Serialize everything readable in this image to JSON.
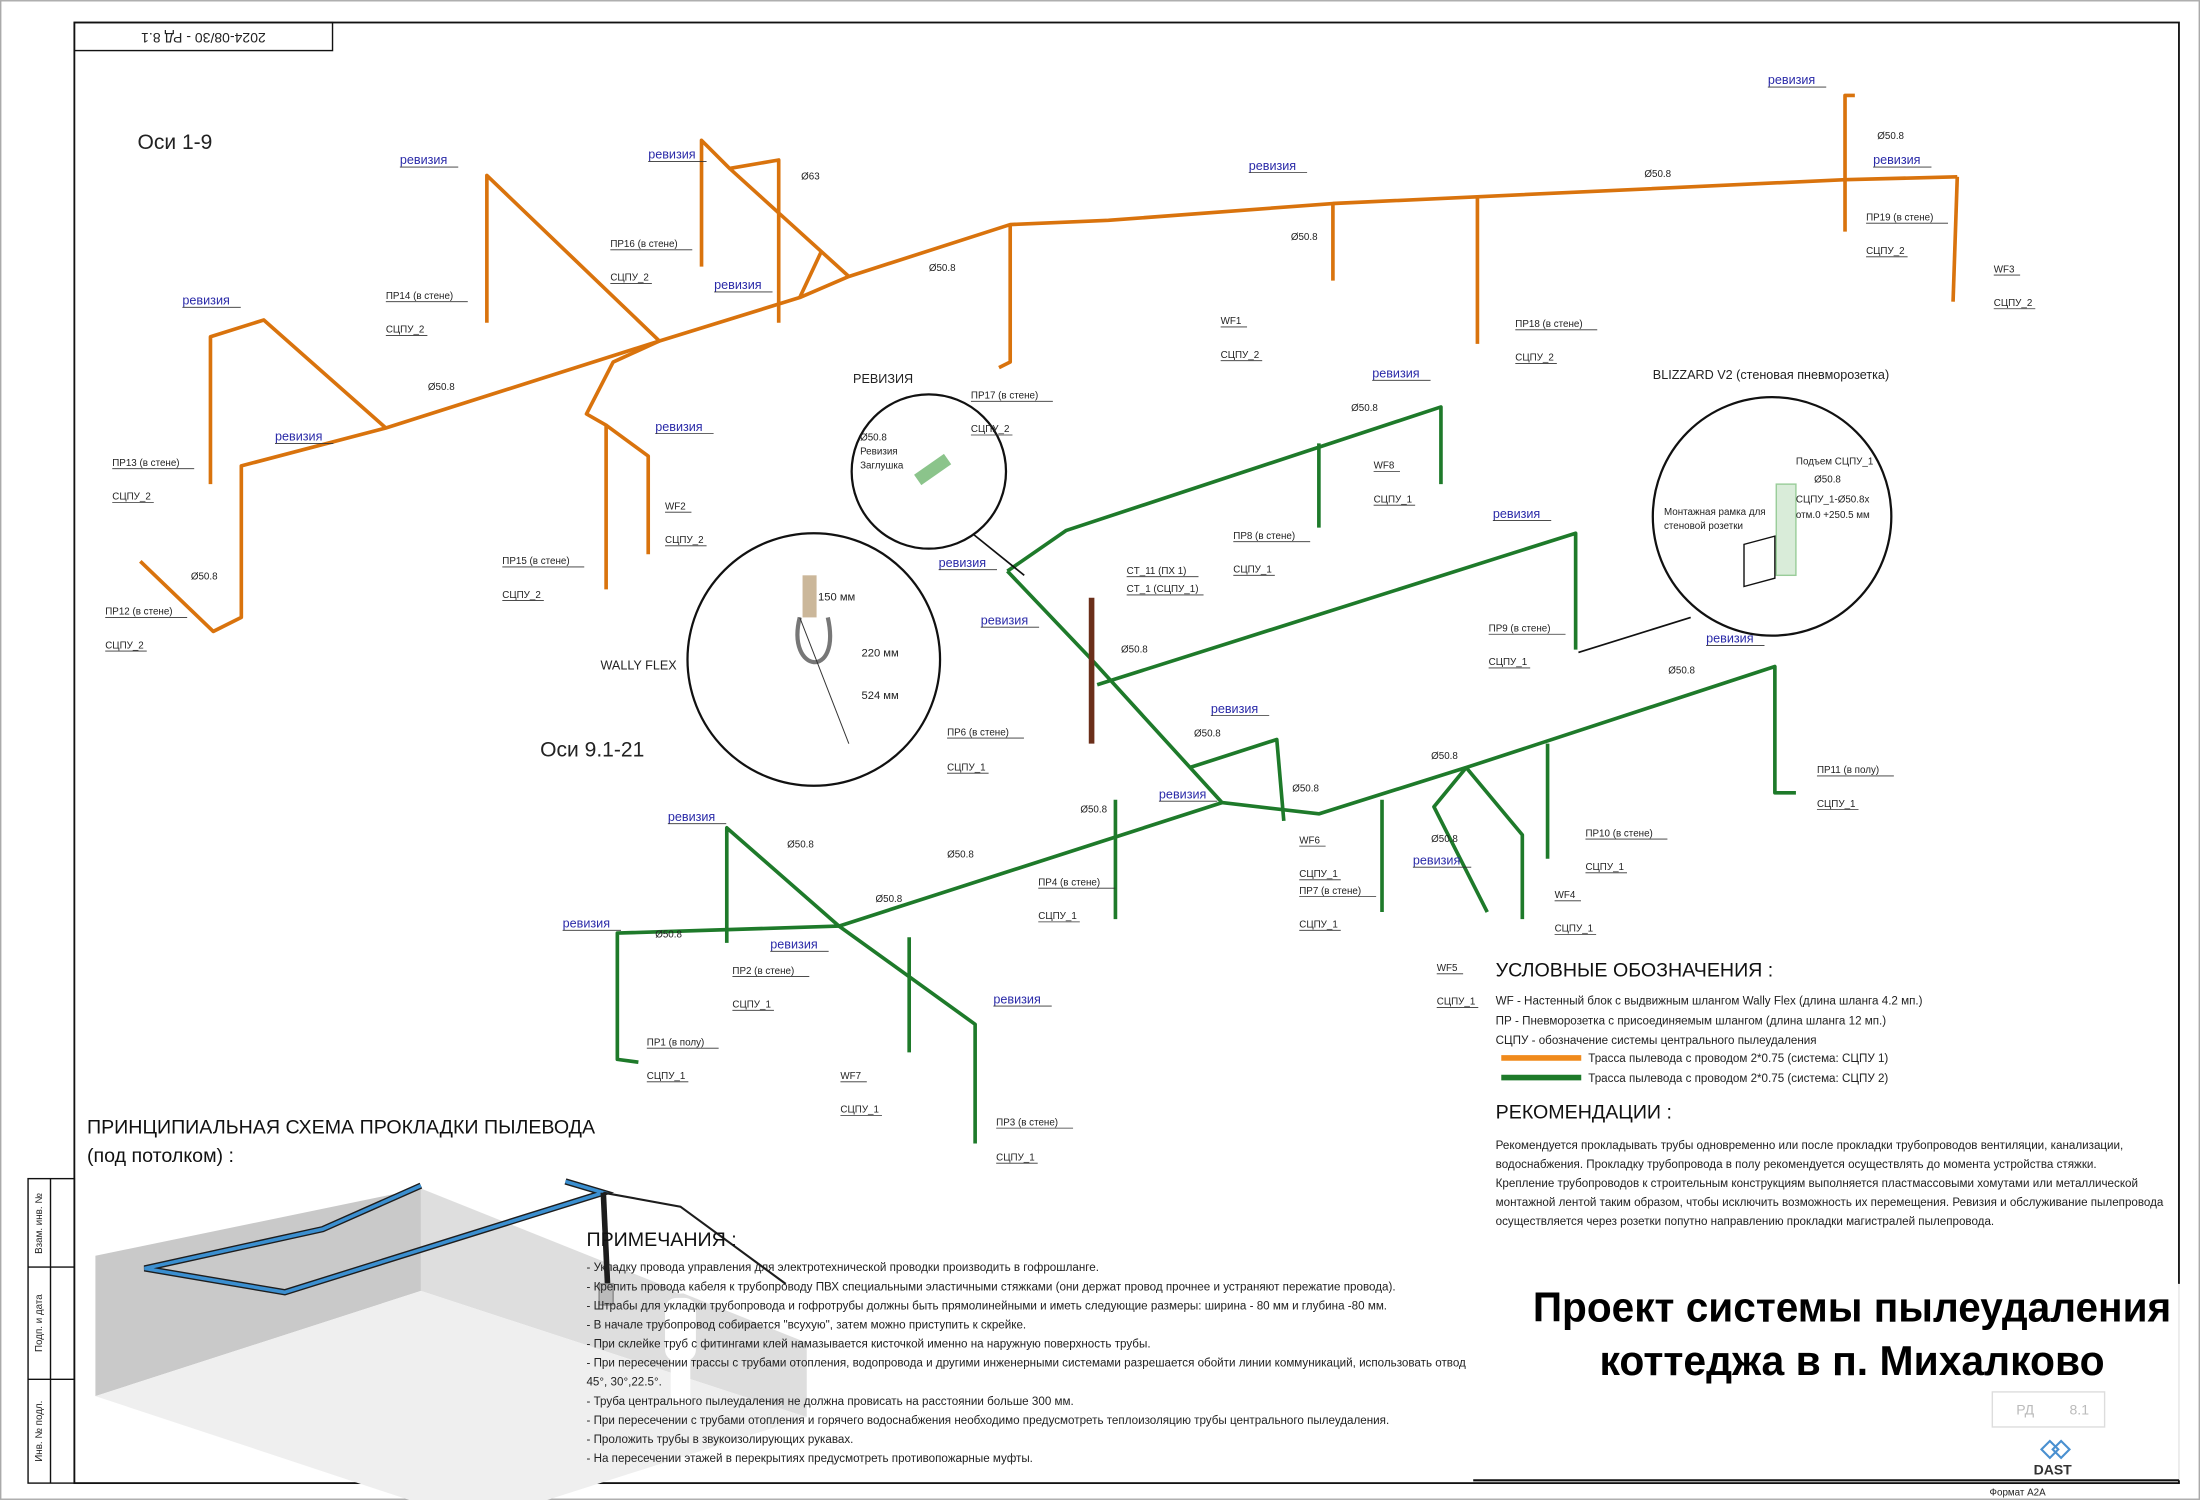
{
  "header": {
    "stamp": "2024-08/30 - РД 8.1"
  },
  "sections": {
    "axes_1_9": "Оси 1-9",
    "axes_9_21": "Оси 9.1-21",
    "revision_detail": "РЕВИЗИЯ",
    "wally_flex": "WALLY FLEX",
    "blizzard": "BLIZZARD V2 (стеновая пневморозетка)"
  },
  "labels": [
    "ревизия",
    "ревизия",
    "ревизия",
    "ревизия",
    "ревизия",
    "ревизия",
    "ревизия",
    "ревизия",
    "ревизия",
    "ПР16 (в стене)",
    "СЦПУ_2",
    "ПР14 (в стене)",
    "СЦПУ_2",
    "ПР13 (в стене)",
    "СЦПУ_2",
    "ПР12 (в стене)",
    "СЦПУ_2",
    "ПР15 (в стене)",
    "СЦПУ_2",
    "WF2",
    "СЦПУ_2",
    "ПР17 (в стене)",
    "СЦПУ_2",
    "WF1",
    "СЦПУ_2",
    "ПР18 (в стене)",
    "СЦПУ_2",
    "ПР19 (в стене)",
    "СЦПУ_2",
    "WF3",
    "СЦПУ_2",
    "Ø63",
    "Ø50.8",
    "Ø50.8",
    "Ø50.8",
    "Ø50.8",
    "Ø50.8",
    "Ø50.8",
    "ревизия",
    "ревизия",
    "ревизия",
    "ревизия",
    "ревизия",
    "ревизия",
    "ревизия",
    "ревизия",
    "ревизия",
    "ревизия",
    "ревизия",
    "ревизия",
    "WF8",
    "СЦПУ_1",
    "ПР8 (в стене)",
    "СЦПУ_1",
    "ПР9 (в стене)",
    "СЦПУ_1",
    "CT_11 (ПХ 1)",
    "CT_1 (СЦПУ_1)",
    "ПР6 (в стене)",
    "СЦПУ_1",
    "ПР11 (в полу)",
    "СЦПУ_1",
    "ПР10 (в стене)",
    "СЦПУ_1",
    "WF4",
    "СЦПУ_1",
    "WF6",
    "СЦПУ_1",
    "ПР7 (в стене)",
    "СЦПУ_1",
    "WF5",
    "СЦПУ_1",
    "ПР4 (в стене)",
    "СЦПУ_1",
    "ПР2 (в стене)",
    "СЦПУ_1",
    "ПР1 (в полу)",
    "СЦПУ_1",
    "WF7",
    "СЦПУ_1",
    "ПР3 (в стене)",
    "СЦПУ_1",
    "Ø50.8",
    "Ø50.8",
    "Ø50.8",
    "Ø50.8",
    "Ø50.8",
    "Ø50.8",
    "Ø50.8",
    "Ø50.8",
    "Ø50.8",
    "Ø50.8",
    "Ø50.8",
    "Ø50.8"
  ],
  "details": {
    "rev_d": "Ø50.8",
    "rev_rev": "Ревизия",
    "rev_plug": "Заглушка",
    "wf_150": "150 мм",
    "wf_220": "220 мм",
    "wf_524": "524 мм",
    "bl_rise": "Подъем СЦПУ_1",
    "bl_d": "Ø50.8",
    "bl_mark1": "СЦПУ_1-Ø50.8x",
    "bl_mark2": "отм.0 +250.5 мм",
    "bl_frame1": "Монтажная рамка для",
    "bl_frame2": "стеновой розетки"
  },
  "legend": {
    "title": "УСЛОВНЫЕ ОБОЗНАЧЕНИЯ :",
    "items": [
      "WF - Настенный блок с выдвижным шлангом Wally Flex (длина шланга 4.2 мп.)",
      "ПР - Пневморозетка с присоединяемым шлангом (длина шланга 12 мп.)",
      "СЦПУ - обозначение системы центрального пылеудаления"
    ],
    "lines": [
      {
        "label": "Трасса пылевода с проводом 2*0.75  (система: СЦПУ 1)",
        "color": "#f08a1c"
      },
      {
        "label": "Трасса пылевода с проводом 2*0.75  (система: СЦПУ 2)",
        "color": "#1e7a2a"
      }
    ]
  },
  "recommendations": {
    "title": "РЕКОМЕНДАЦИИ :",
    "lines": [
      "Рекомендуется прокладывать трубы одновременно или после прокладки трубопроводов вентиляции, канализации,",
      "водоснабжения. Прокладку трубопровода в полу рекомендуется осуществлять до момента устройства стяжки.",
      "Крепление трубопроводов к строительным конструкциям выполняется пластмассовыми хомутами или металлической",
      "монтажной лентой таким образом, чтобы исключить возможность их перемещения. Ревизия и обслуживание пылепровода",
      "осуществляется через розетки попутно направлению прокладки магистралей пылепровода."
    ]
  },
  "scheme": {
    "title1": "ПРИНЦИПИАЛЬНАЯ СХЕМА ПРОКЛАДКИ ПЫЛЕВОДА",
    "title2": "(под потолком) :"
  },
  "notes": {
    "title": "ПРИМЕЧАНИЯ :",
    "lines": [
      "- Укладку провода управления для электротехнической проводки производить в гофрошланге.",
      "- Крепить провода кабеля к трубопроводу ПВХ специальными эластичными стяжками (они держат провод прочнее и устраняют пережатие провода).",
      "- Штрабы для укладки трубопровода и гофротрубы должны быть прямолинейными и иметь следующие размеры: ширина - 80 мм и глубина -80 мм.",
      "- В начале трубопровод собирается \"всухую\", затем можно приступить к скрейке.",
      "- При склейке труб с фитингами клей намазывается кисточкой именно на наружную поверхность трубы.",
      "- При пересечении трассы с трубами отопления, водопровода и другими инженерными системами разрешается обойти линии коммуникаций,    использовать отвод",
      "45°, 30°,22.5°.",
      "- Труба центрального пылеудаления не должна провисать на расстоянии больше 300 мм.",
      "- При пересечении с трубами отопления и горячего водоснабжения необходимо предусмотреть теплоизоляцию трубы центрального пылеудаления.",
      "- Проложить трубы в звукоизолирующих рукавах.",
      "- На пересечении этажей в перекрытиях предусмотреть противопожарные муфты."
    ]
  },
  "side_stamp": [
    "Взам. инв. №",
    "Подп. и дата",
    "Инв. № подл."
  ],
  "title_block": {
    "line1": "Проект системы пылеудаления",
    "line2": "коттеджа в  п. Михалково",
    "stage": "РД",
    "sheet": "8.1",
    "logo": "DAST",
    "format": "Формат A2A"
  }
}
